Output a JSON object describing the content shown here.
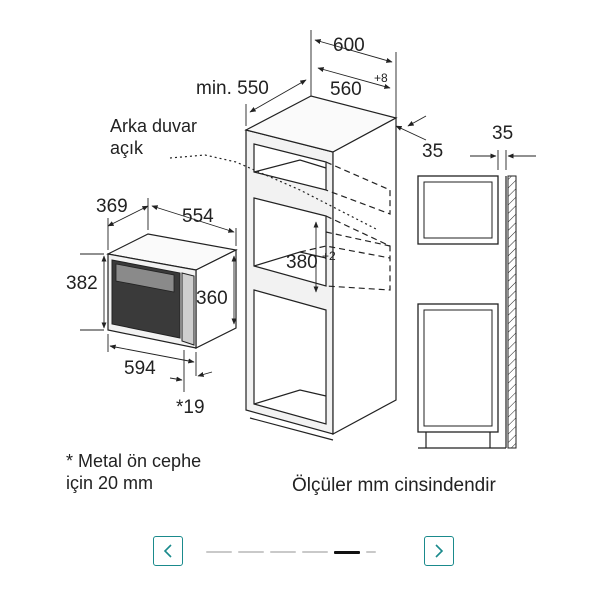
{
  "diagram": {
    "labels": {
      "d600": "600",
      "d550": "min. 550",
      "d560": "560",
      "d560_sup": "+8",
      "back_wall_line1": "Arka duvar",
      "back_wall_line2": "açık",
      "d35_right": "35",
      "d35_side": "35",
      "d369": "369",
      "d554": "554",
      "d382": "382",
      "d360": "360",
      "d380": "380",
      "d380_sup": "+2",
      "d594": "594",
      "d19": "*19",
      "note_line1": "* Metal ön cephe",
      "note_line2": "için 20 mm",
      "units_note": "Ölçüler mm cinsindendir"
    }
  },
  "carousel": {
    "prev_icon": "chevron-left-icon",
    "next_icon": "chevron-right-icon",
    "total_pages": 6,
    "active_page": 5,
    "accent_color": "#1a8a8c"
  }
}
